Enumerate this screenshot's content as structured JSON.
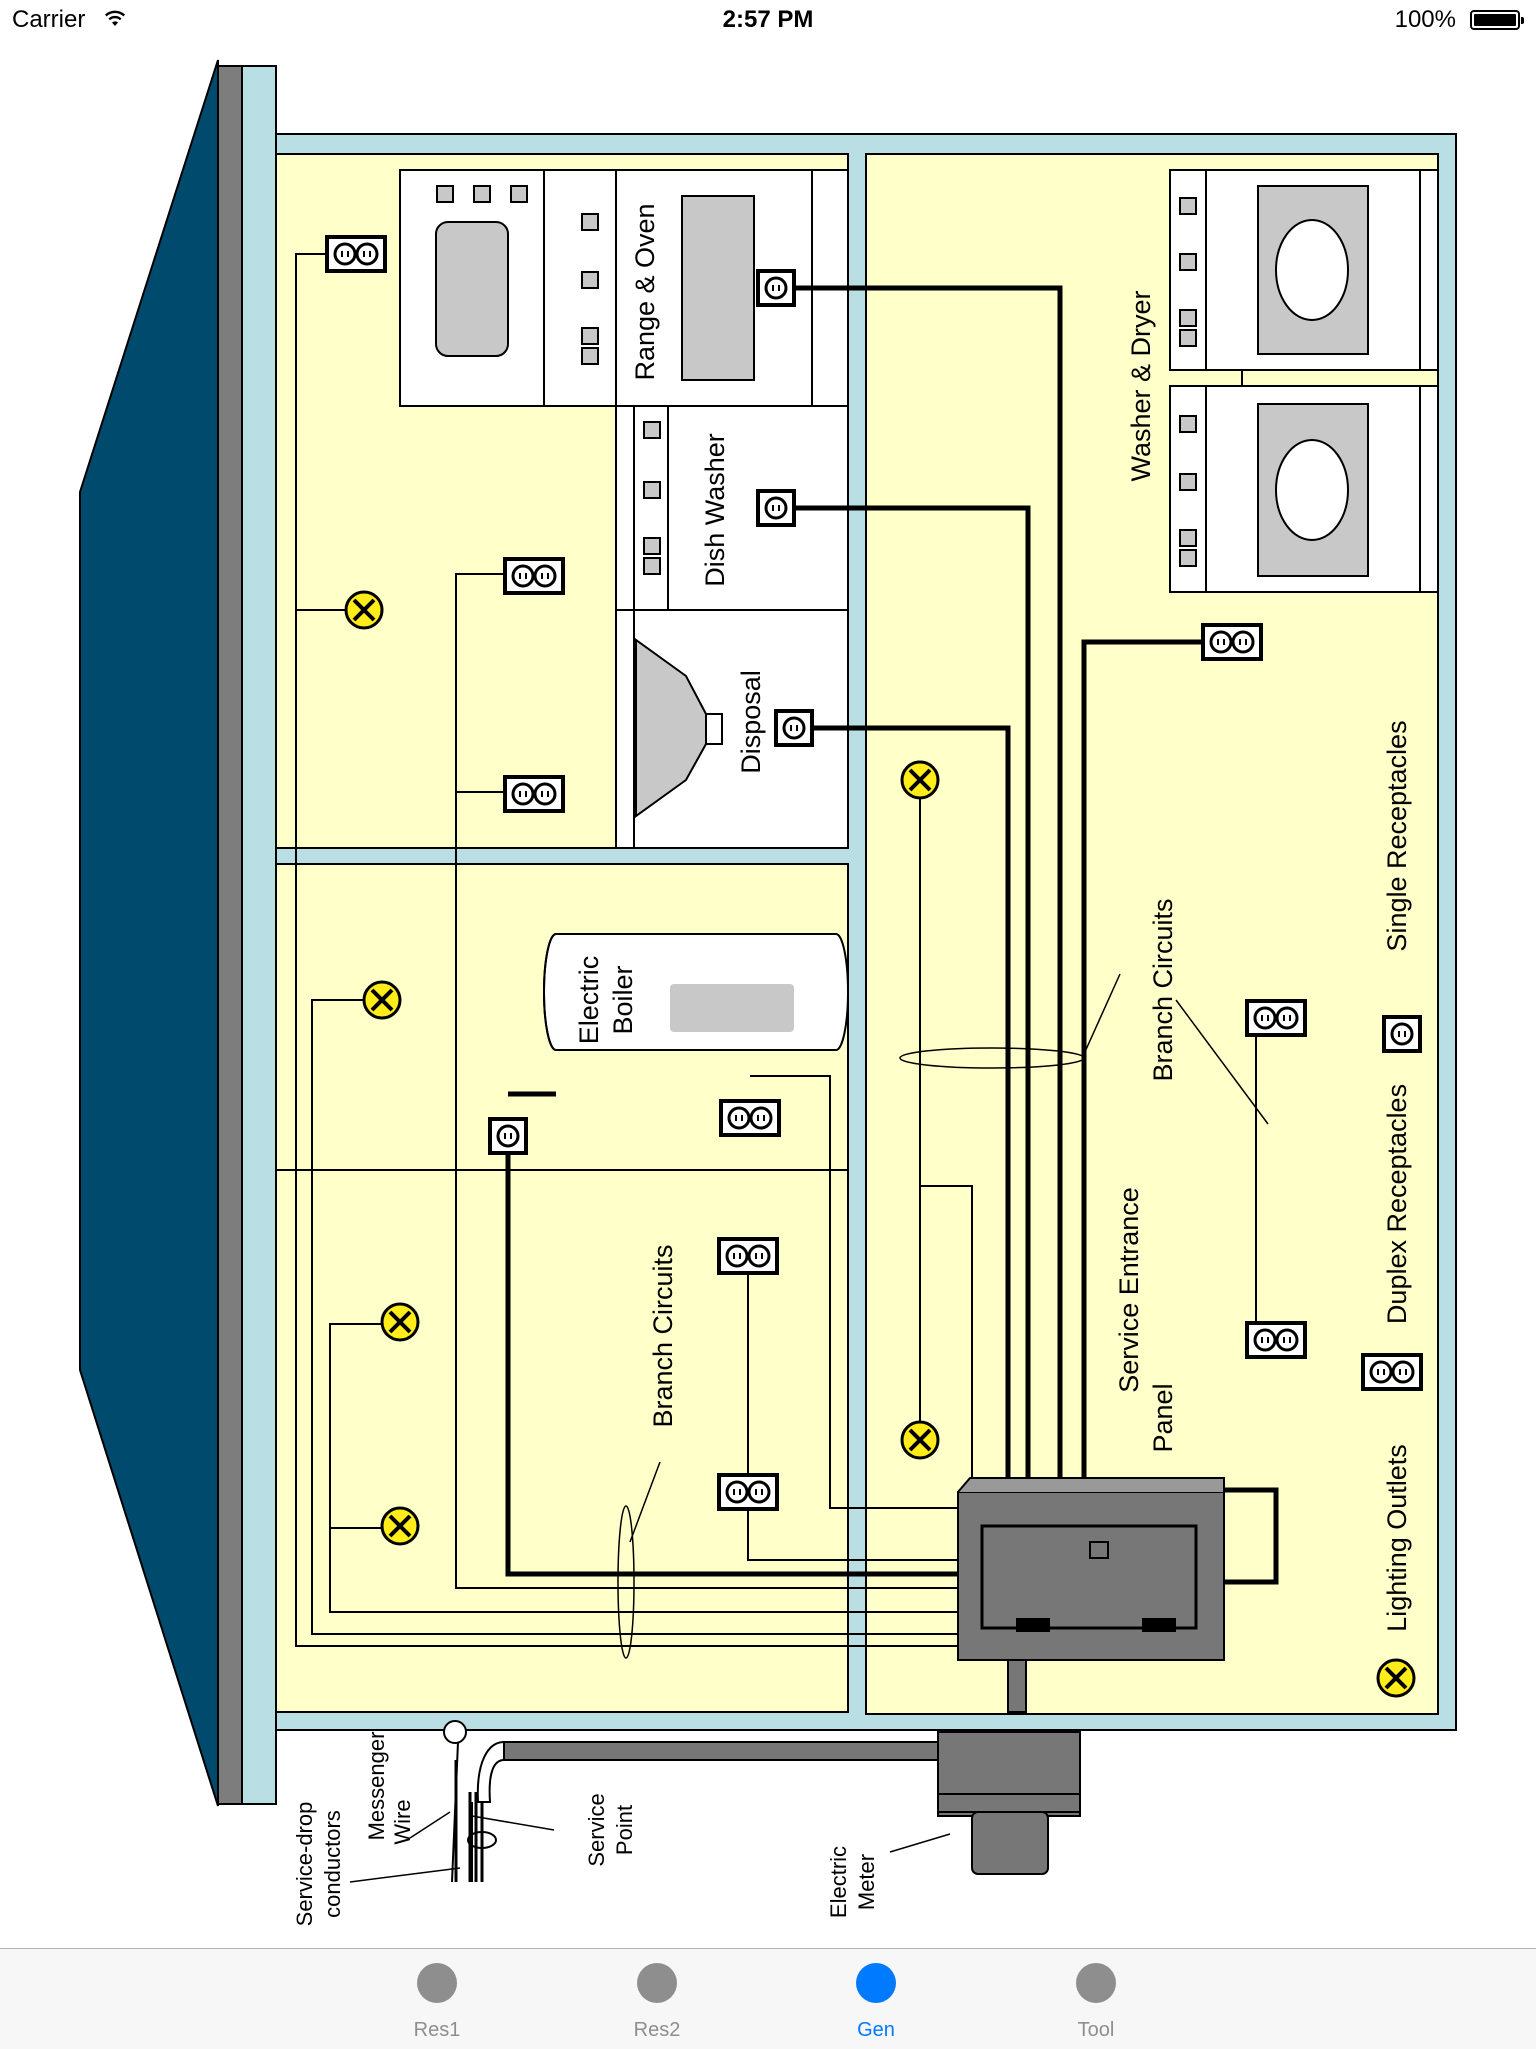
{
  "status_bar": {
    "carrier": "Carrier",
    "time": "2:57 PM",
    "battery": "100%"
  },
  "diagram": {
    "labels": {
      "range_oven": "Range & Oven",
      "dish_washer": "Dish Washer",
      "disposal": "Disposal",
      "washer_dryer": "Washer & Dryer",
      "electric_boiler_line1": "Electric",
      "electric_boiler_line2": "Boiler",
      "branch_circuits_right": "Branch Circuits",
      "branch_circuits_left": "Branch Circuits",
      "service_entrance_line1": "Service Entrance",
      "service_entrance_line2": "Panel",
      "legend_single": "Single Receptacles",
      "legend_duplex": "Duplex Receptacles",
      "legend_lighting": "Lighting Outlets",
      "service_drop_line1": "Service-drop",
      "service_drop_line2": "conductors",
      "messenger_line1": "Messenger",
      "messenger_line2": "Wire",
      "service_point_line1": "Service",
      "service_point_line2": "Point",
      "electric_meter_line1": "Electric",
      "electric_meter_line2": "Meter"
    },
    "colors": {
      "roof": "#004a6e",
      "wall": "#b9dfe4",
      "room": "#ffffc9",
      "outlet": "#ffec1a",
      "panel": "#777777"
    }
  },
  "tabs": [
    {
      "label": "Res1",
      "active": false
    },
    {
      "label": "Res2",
      "active": false
    },
    {
      "label": "Gen",
      "active": true
    },
    {
      "label": "Tool",
      "active": false
    }
  ]
}
